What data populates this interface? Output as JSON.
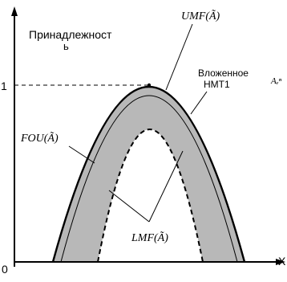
{
  "figure": {
    "y_axis_label_line1": "Принадлежност",
    "y_axis_label_line2": "ь",
    "x_axis_label": "X",
    "tick_one": "1",
    "tick_zero": "0",
    "umf_label": "UMF(Ã)",
    "fou_label": "FOU(Ã)",
    "lmf_label": "LMF(Ã)",
    "embedded_label_line1": "Вложенное",
    "embedded_label_line2": "НМТ1",
    "embedded_set_symbol": "Aₑⁿ"
  },
  "colors": {
    "fou_fill": "#b8b8b8",
    "curve": "#000000",
    "background": "#ffffff"
  }
}
